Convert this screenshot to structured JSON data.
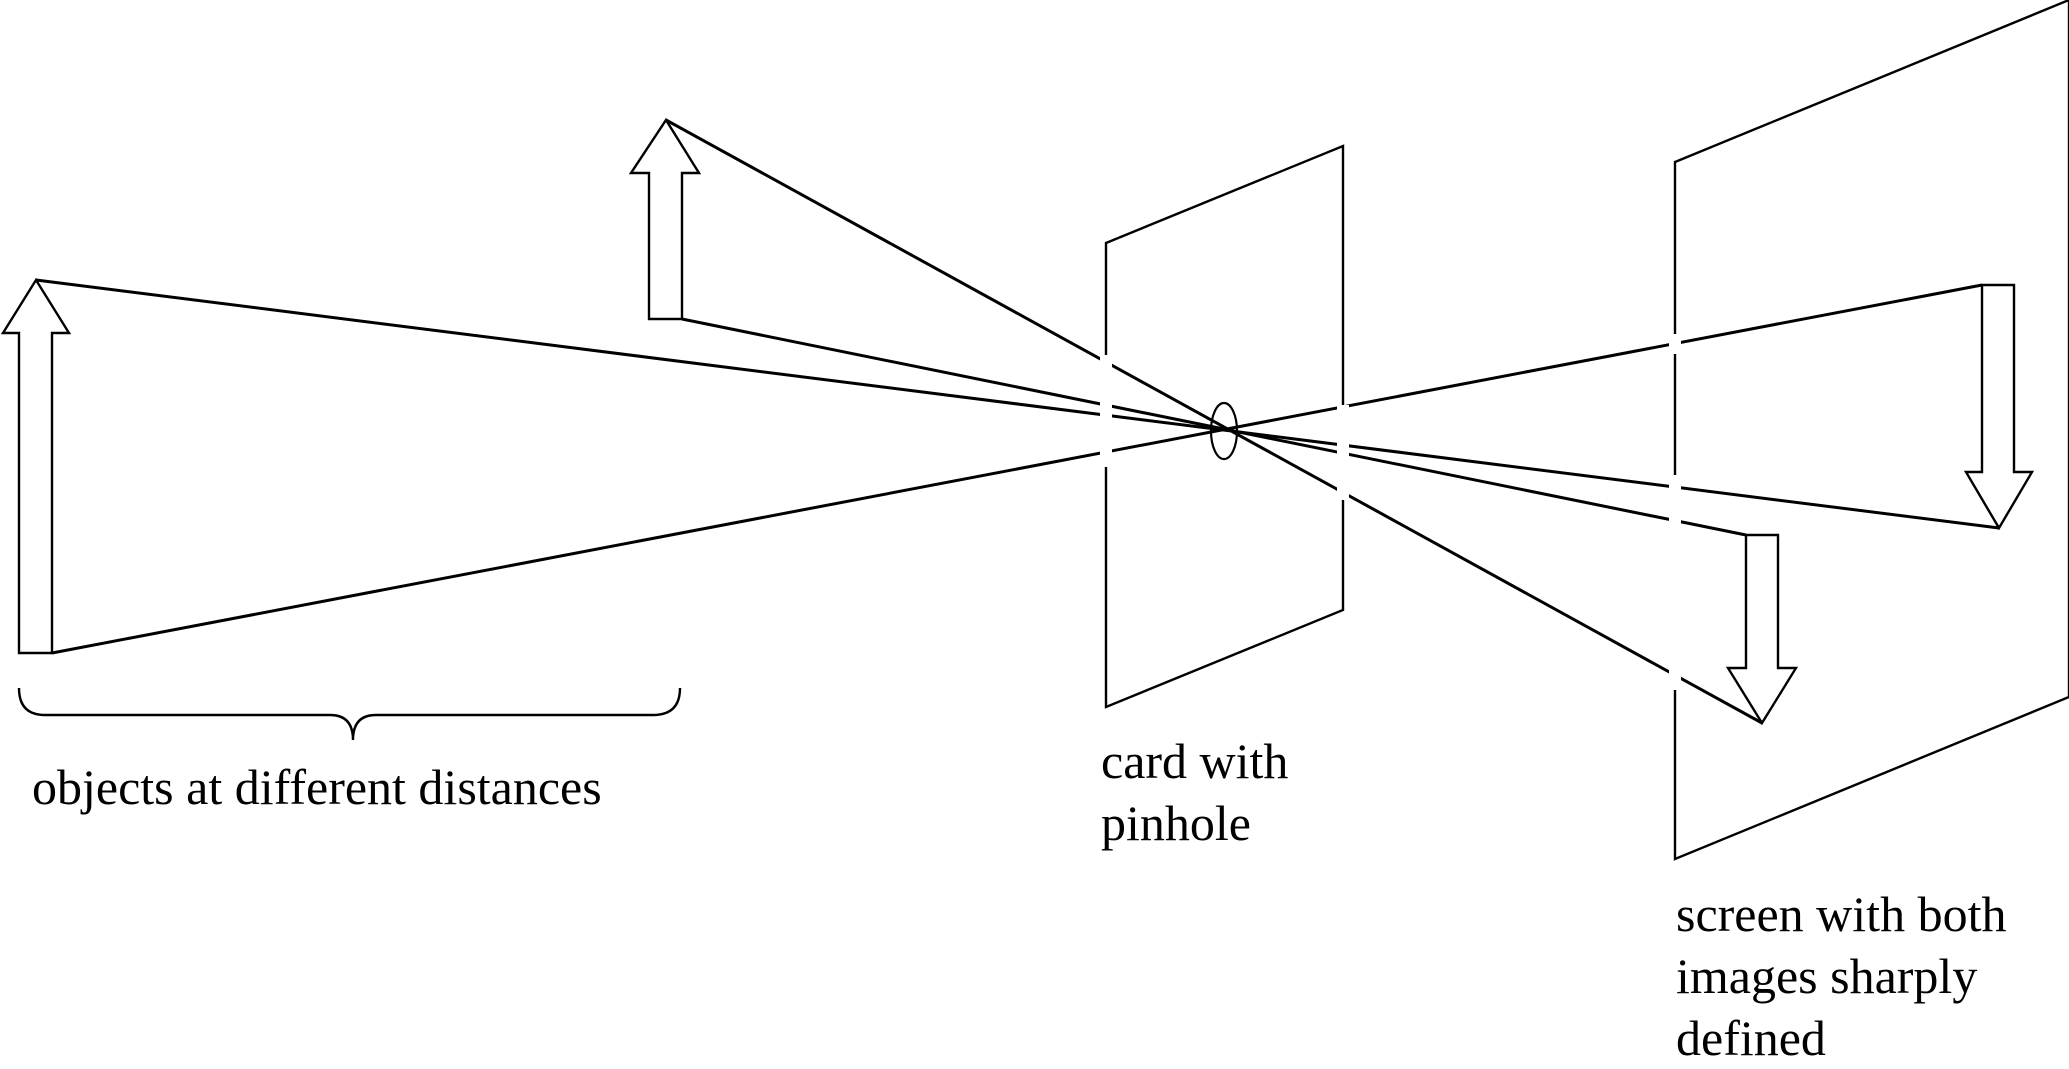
{
  "labels": {
    "objects": "objects at different distances",
    "card_line1": "card with",
    "card_line2": "pinhole",
    "screen_line1": "screen with both",
    "screen_line2": "images sharply",
    "screen_line3": "defined"
  },
  "colors": {
    "ink": "#000000",
    "background": "#ffffff"
  }
}
